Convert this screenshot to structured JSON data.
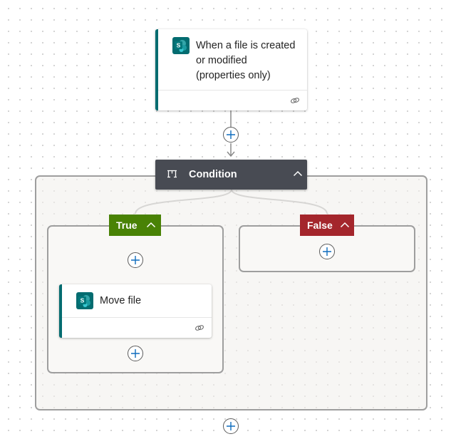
{
  "trigger": {
    "title_line1": "When a file is created",
    "title_line2": "or modified",
    "title_line3": "(properties only)",
    "icon": "sharepoint-icon",
    "accent": "#036c70"
  },
  "condition": {
    "label": "Condition",
    "header_color": "#484b53"
  },
  "branches": {
    "true": {
      "label": "True",
      "color": "#498205"
    },
    "false": {
      "label": "False",
      "color": "#a4262c"
    }
  },
  "move_file": {
    "title": "Move file",
    "icon": "sharepoint-icon"
  },
  "icons": {
    "add": "plus-icon",
    "collapse": "chevron-up-icon",
    "reference": "link-icon",
    "condition": "condition-icon"
  }
}
